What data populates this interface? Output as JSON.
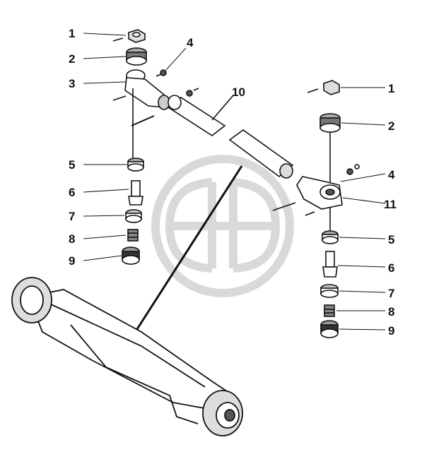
{
  "diagram": {
    "type": "exploded-parts-diagram",
    "subject": "steering tie rod assembly with front axle",
    "left_group": [
      "1",
      "2",
      "3",
      "4",
      "5",
      "6",
      "7",
      "8",
      "9"
    ],
    "right_group": [
      "1",
      "2",
      "11",
      "4",
      "5",
      "6",
      "7",
      "8",
      "9"
    ],
    "center_callout": "10",
    "watermark": "logo-mark",
    "colors": {
      "line": "#111111",
      "fill": "#ffffff",
      "watermark": "#d9d9d9"
    }
  }
}
